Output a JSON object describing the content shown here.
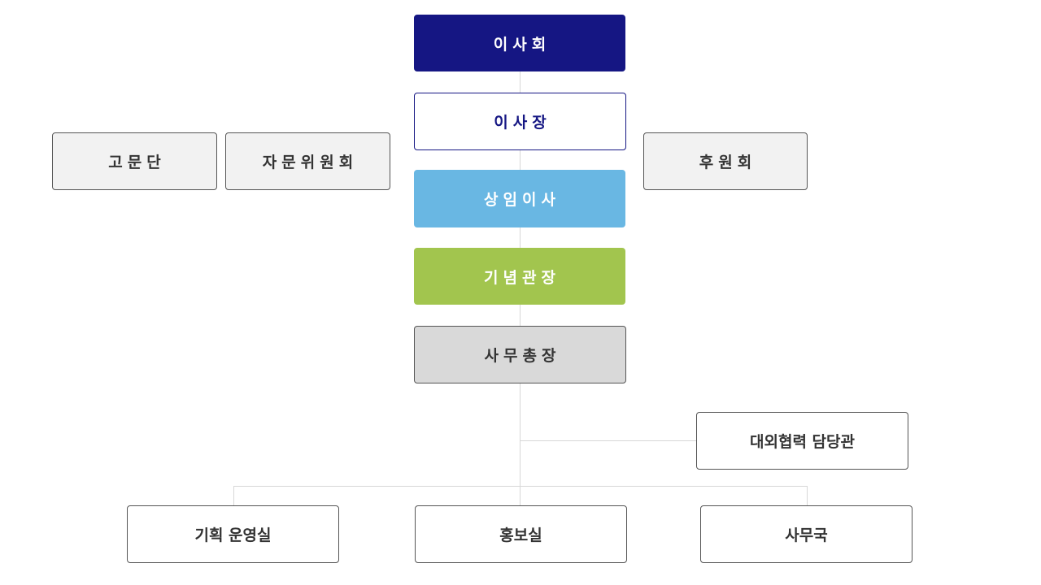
{
  "org": {
    "board": "이사회",
    "chairman": "이사장",
    "standing_director": "상임이사",
    "memorial_director": "기념관장",
    "secretary_general": "사무총장",
    "advisory_group": "고문단",
    "advisory_committee": "자문위원회",
    "supporters_association": "후원회",
    "external_affairs_officer": "대외협력 담당관",
    "planning_office": "기획 운영실",
    "pr_office": "홍보실",
    "secretariat": "사무국"
  },
  "colors": {
    "board": "#151683",
    "chairman_border": "#151683",
    "standing_director": "#69b7e3",
    "memorial_director": "#a2c54e",
    "secretary_general": "#d9d9d9",
    "side_boxes": "#f2f2f2",
    "connector_lines": "#d7d7d7"
  }
}
